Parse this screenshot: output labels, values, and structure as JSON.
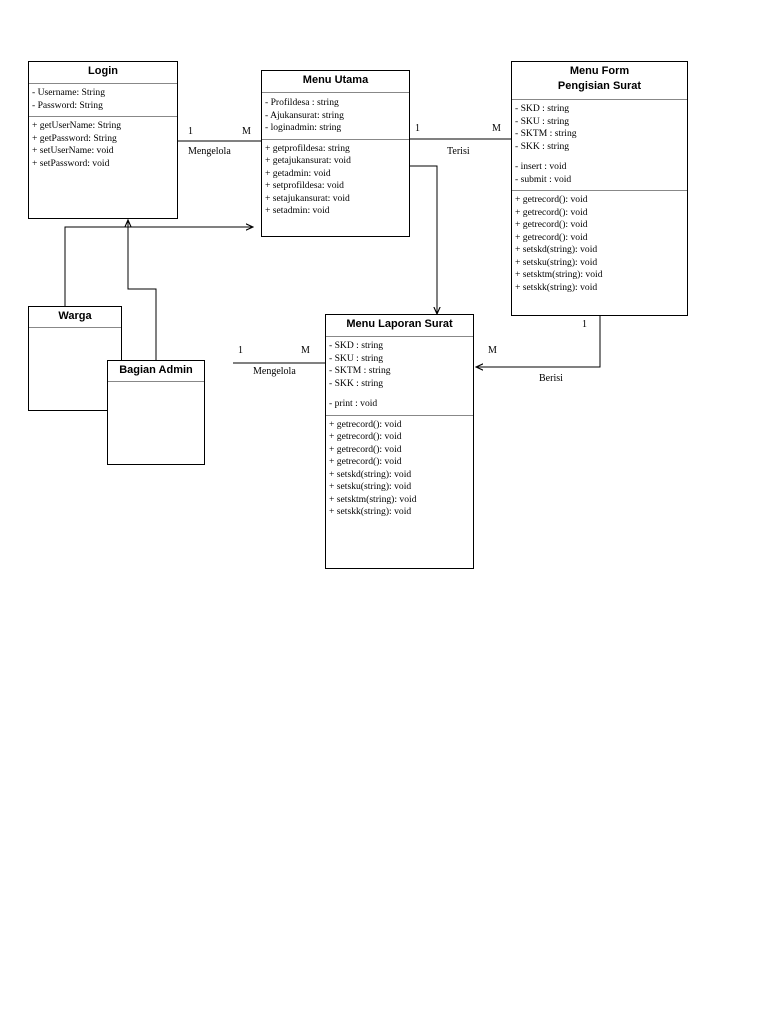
{
  "classes": {
    "login": {
      "title": "Login",
      "attributes": [
        "- Username: String",
        "- Password: String"
      ],
      "methods": [
        "+ getUserName: String",
        "+ getPassword: String",
        "+ setUserName: void",
        "+ setPassword: void"
      ]
    },
    "menu_utama": {
      "title": "Menu Utama",
      "attributes": [
        "- Profildesa : string",
        "- Ajukansurat: string",
        "- loginadmin: string"
      ],
      "methods": [
        "+ getprofildesa: string",
        "+ getajukansurat: void",
        "+ getadmin: void",
        "+ setprofildesa: void",
        "+ setajukansurat: void",
        "+ setadmin: void"
      ]
    },
    "menu_form": {
      "title_line1": "Menu Form",
      "title_line2": "Pengisian Surat",
      "attributes": [
        "- SKD : string",
        "- SKU : string",
        "- SKTM : string",
        "- SKK : string"
      ],
      "operations": [
        "- insert : void",
        "- submit : void"
      ],
      "methods": [
        "+ getrecord(): void",
        "+ getrecord(): void",
        "+ getrecord(): void",
        "+ getrecord(): void",
        "+ setskd(string): void",
        "+ setsku(string): void",
        "+ setsktm(string): void",
        "+ setskk(string): void"
      ]
    },
    "menu_laporan": {
      "title": "Menu Laporan Surat",
      "attributes": [
        "- SKD : string",
        "- SKU : string",
        "- SKTM : string",
        "- SKK : string"
      ],
      "operations": [
        "- print : void"
      ],
      "methods": [
        "+ getrecord(): void",
        "+ getrecord(): void",
        "+ getrecord(): void",
        "+ getrecord(): void",
        "+ setskd(string): void",
        "+ setsku(string): void",
        "+ setsktm(string): void",
        "+ setskk(string): void"
      ]
    },
    "warga": {
      "title": "Warga"
    },
    "bagian_admin": {
      "title": "Bagian Admin"
    }
  },
  "relations": {
    "login_menu": {
      "label": "Mengelola",
      "from_mult": "1",
      "to_mult": "M"
    },
    "menu_form": {
      "label": "Terisi",
      "from_mult": "1",
      "to_mult": "M"
    },
    "form_laporan": {
      "label": "Berisi",
      "from_mult": "1",
      "to_mult": "M"
    },
    "admin_laporan": {
      "label": "Mengelola",
      "from_mult": "1",
      "to_mult": "M"
    }
  }
}
